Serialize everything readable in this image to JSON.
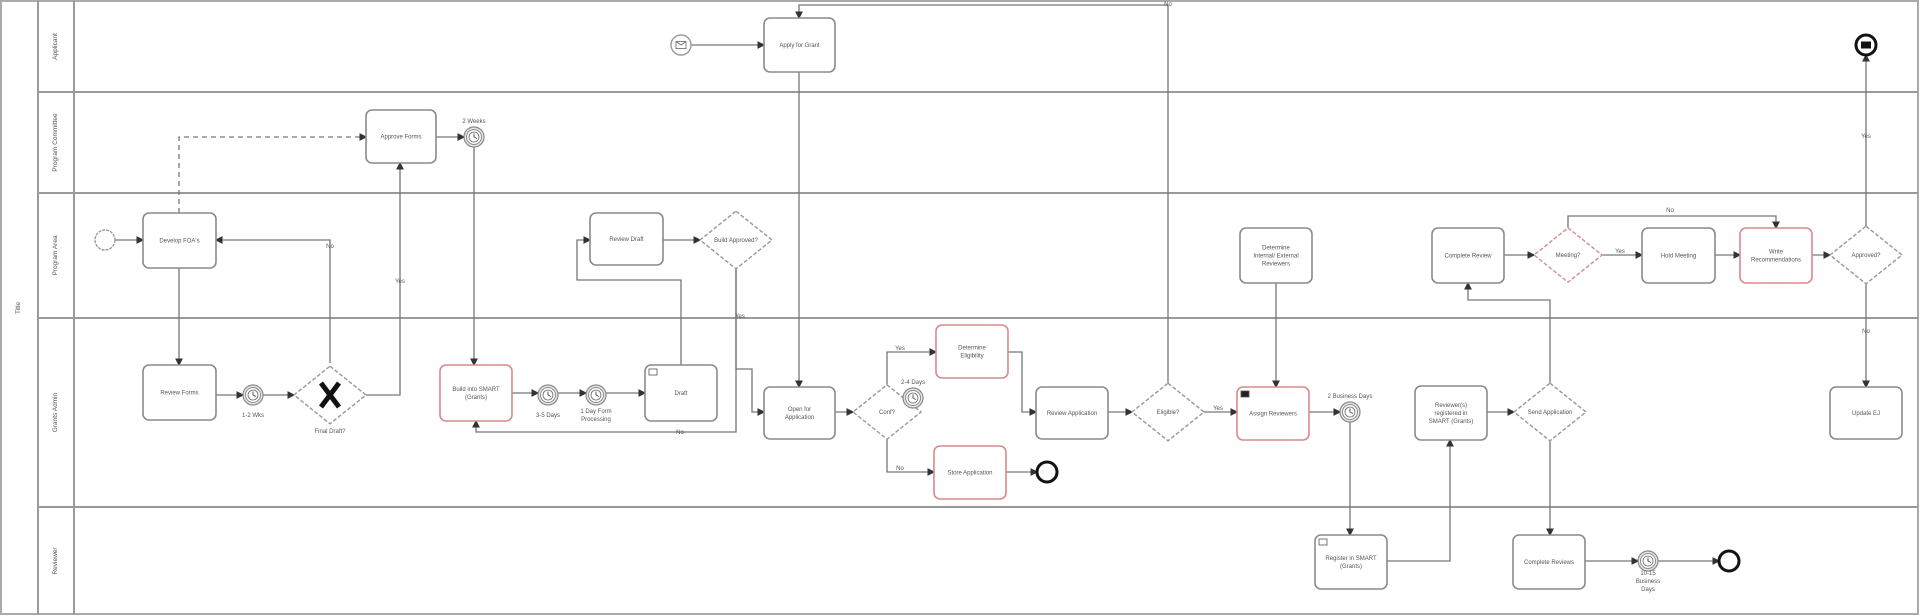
{
  "pool": {
    "title": "Title"
  },
  "lanes": [
    {
      "id": "applicant",
      "label": "Applicant"
    },
    {
      "id": "committee",
      "label": "Program Committee"
    },
    {
      "id": "area",
      "label": "Program Area"
    },
    {
      "id": "admin",
      "label": "Grants Admin"
    },
    {
      "id": "reviewer",
      "label": "Reviewer"
    }
  ],
  "tasks": {
    "develop_foa": {
      "label": "Develop FOA's",
      "highlight": false
    },
    "approve_forms": {
      "label": "Approve Forms",
      "highlight": false
    },
    "review_forms": {
      "label": "Review Forms",
      "highlight": false
    },
    "build_smart": {
      "label": "Build into SMART (Grants)",
      "highlight": true
    },
    "draft": {
      "label": "Draft",
      "highlight": false
    },
    "review_draft": {
      "label": "Review Draft",
      "highlight": false
    },
    "apply_grant": {
      "label": "Apply for Grant",
      "highlight": false
    },
    "open_app": {
      "label": "Open for Application",
      "highlight": false
    },
    "determine_elig": {
      "label": "Determine Eligibility",
      "highlight": true
    },
    "store_app": {
      "label": "Store Application",
      "highlight": true
    },
    "review_app": {
      "label": "Review Application",
      "highlight": false
    },
    "determine_reviewers": {
      "label": "Determine Internal/ External Reviewers",
      "highlight": false
    },
    "assign_reviewers": {
      "label": "Assign Reviewers",
      "highlight": true
    },
    "register_smart": {
      "label": "Register in SMART (Grants)",
      "highlight": false
    },
    "reviewers_registered": {
      "label": "Reviewer(s) registered in SMART (Grants)",
      "highlight": false
    },
    "complete_reviews": {
      "label": "Complete Reviews",
      "highlight": false
    },
    "complete_review": {
      "label": "Complete Review",
      "highlight": false
    },
    "hold_meeting": {
      "label": "Hold Meeting",
      "highlight": false
    },
    "write_recs": {
      "label": "Write Recommendations",
      "highlight": true
    },
    "update_ej": {
      "label": "Update EJ",
      "highlight": false
    }
  },
  "gateways": {
    "final_draft": {
      "label": "Final Draft?",
      "exclusive_marker": true
    },
    "build_approved": {
      "label": "Build Approved?"
    },
    "conf": {
      "label": "Conf?"
    },
    "eligible": {
      "label": "Eligible?"
    },
    "send_app": {
      "label": "Send Application"
    },
    "meeting": {
      "label": "Meeting?",
      "highlight": true
    },
    "approved": {
      "label": "Approved?"
    }
  },
  "timers": {
    "t_2weeks": {
      "label": "2 Weeks"
    },
    "t_12wks": {
      "label": "1-2 Wks"
    },
    "t_35days": {
      "label": "3-5 Days"
    },
    "t_1day": {
      "label": "1 Day Form Processing"
    },
    "t_24days": {
      "label": "2-4 Days"
    },
    "t_2bdays": {
      "label": "2 Business Days"
    },
    "t_1015": {
      "label": "10-15 Business Days"
    }
  },
  "flow_labels": {
    "yes": "Yes",
    "no": "No"
  }
}
